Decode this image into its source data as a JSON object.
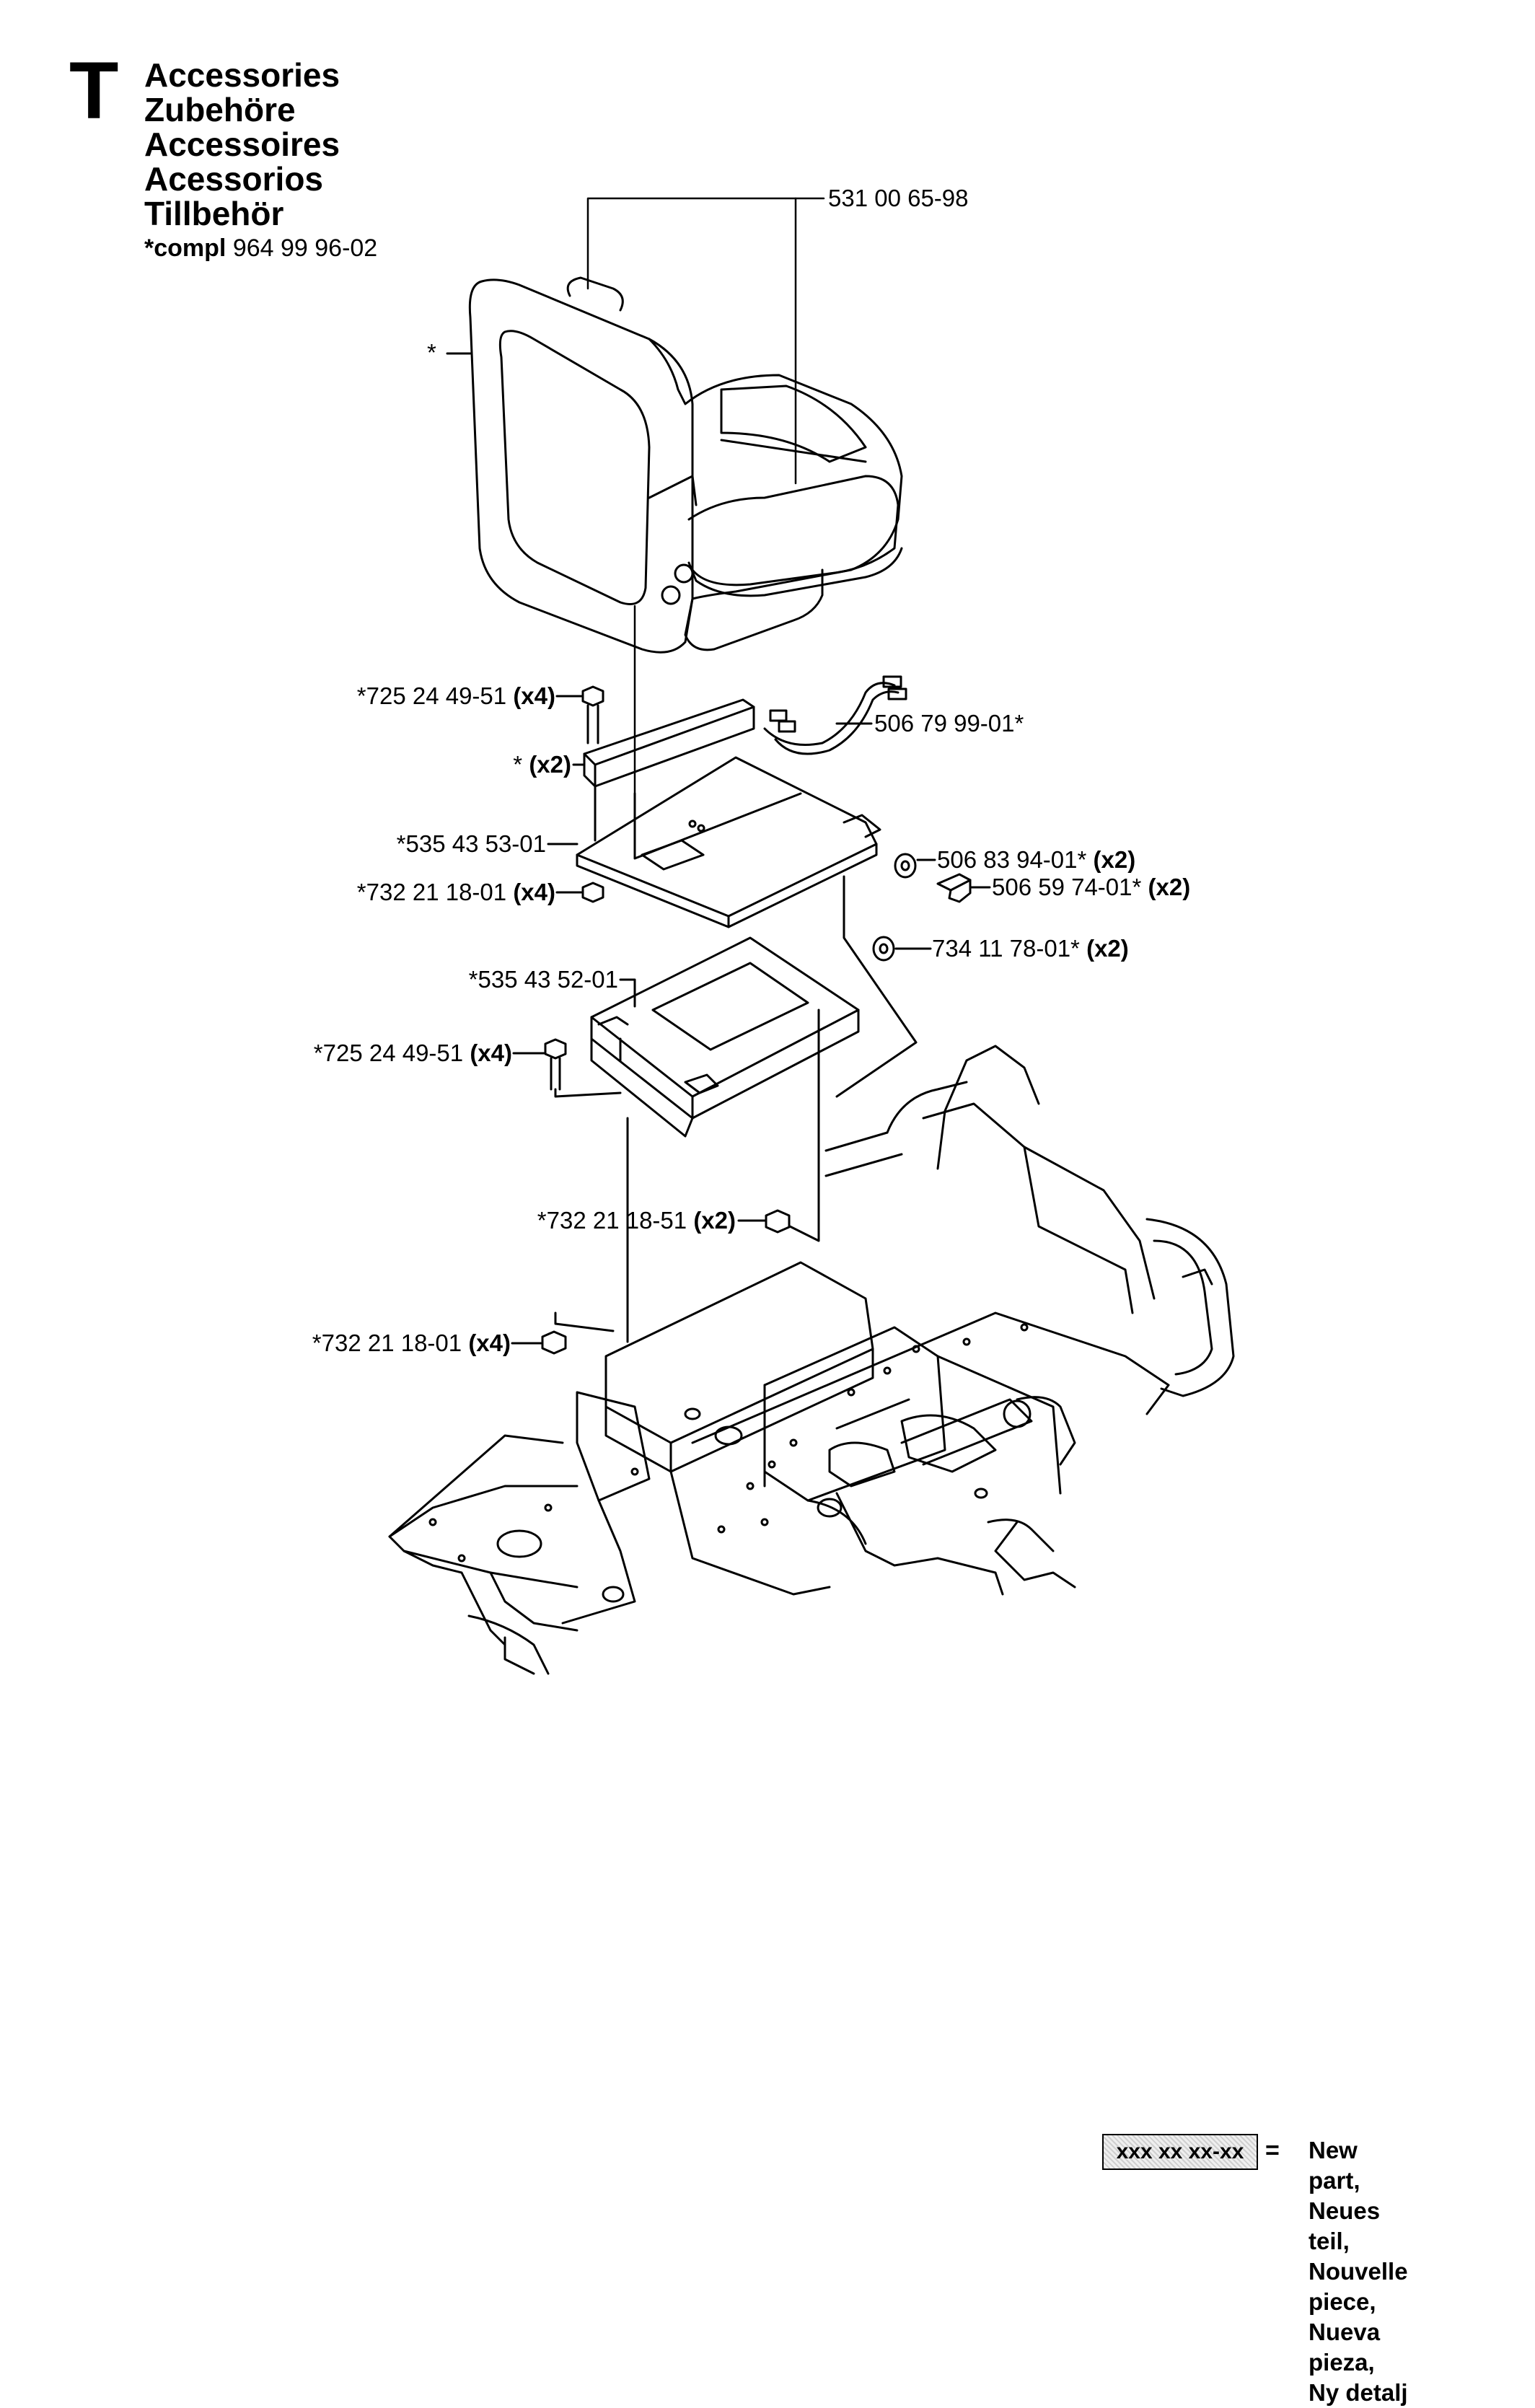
{
  "section": {
    "letter": "T",
    "titles": [
      "Accessories",
      "Zubehöre",
      "Accessoires",
      "Acessorios",
      "Tillbehör"
    ],
    "compl_prefix": "*compl",
    "compl_number": "964 99 96-02"
  },
  "parts": {
    "seat_assembly": "531 00 65-98",
    "seat_star": "*",
    "screw_top": {
      "num": "*725 24 49-51",
      "qty": "(x4)"
    },
    "rail": {
      "num": "*",
      "qty": "(x2)"
    },
    "wire_harness": "506 79 99-01*",
    "plate_upper": "*535 43 53-01",
    "nut_upper": {
      "num": "*732 21 18-01",
      "qty": "(x4)"
    },
    "washer_a": {
      "num": "506 83 94-01*",
      "qty": "(x2)"
    },
    "bolt_a": {
      "num": "506 59 74-01*",
      "qty": "(x2)"
    },
    "washer_b": {
      "num": "734 11 78-01*",
      "qty": "(x2)"
    },
    "plate_lower": "*535 43 52-01",
    "screw_lower": {
      "num": "*725 24 49-51",
      "qty": "(x4)"
    },
    "nut_mid": {
      "num": "*732 21 18-51",
      "qty": "(x2)"
    },
    "nut_lower": {
      "num": "*732 21 18-01",
      "qty": "(x4)"
    }
  },
  "legend": {
    "box": "xxx xx xx-xx",
    "equals": "=",
    "lines": [
      "New part,",
      "Neues teil,",
      "Nouvelle piece,",
      "Nueva pieza,",
      "Ny detalj"
    ]
  }
}
